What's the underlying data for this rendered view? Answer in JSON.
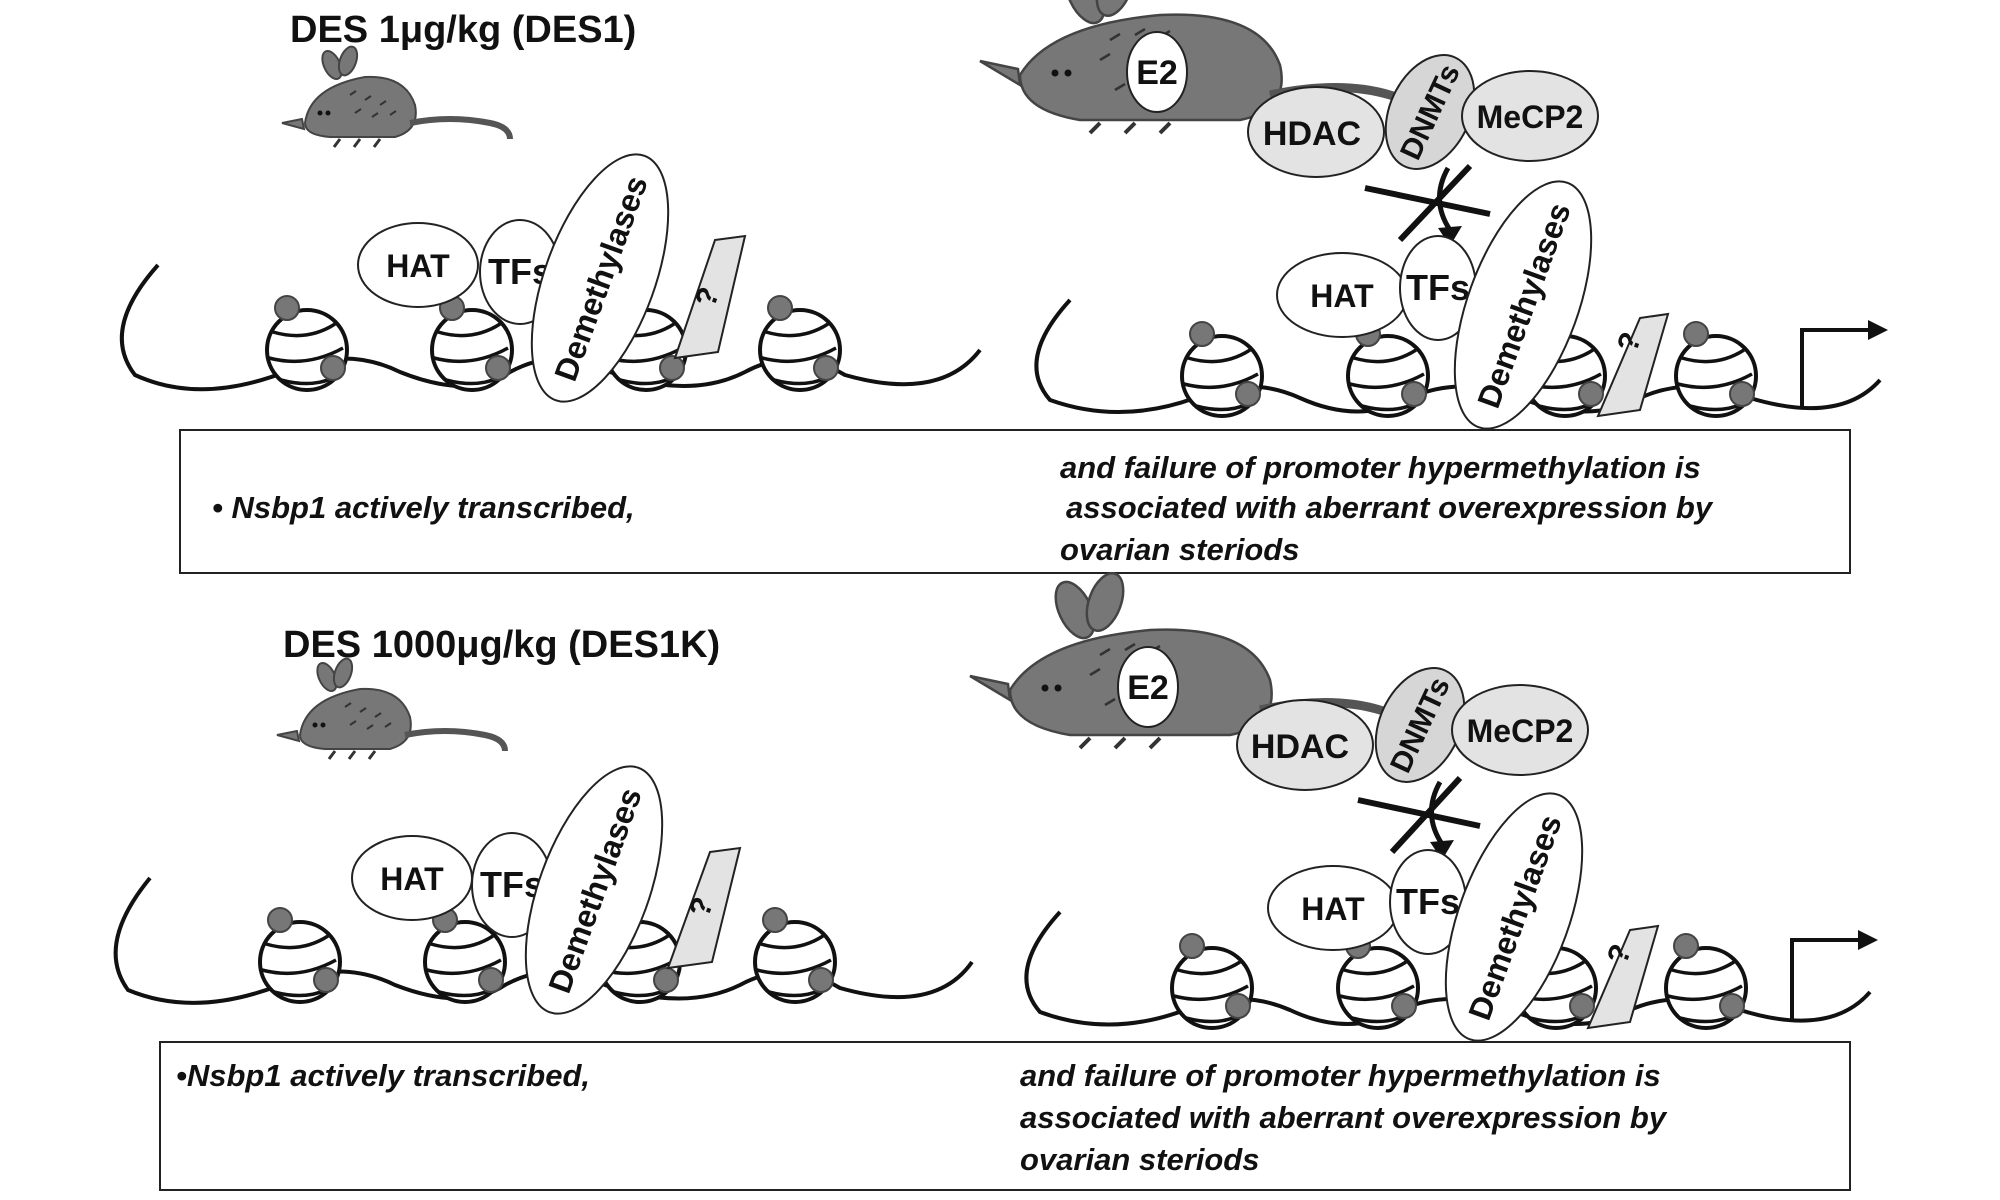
{
  "panels": [
    {
      "title": "DES 1μg/kg (DES1)",
      "left": {
        "hat": "HAT",
        "tfs": "TFs",
        "demethylases": "Demethylases",
        "unknown": "?"
      },
      "right": {
        "e2": "E2",
        "hdac": "HDAC",
        "dnmts": "DNMTs",
        "mecp2": "MeCP2",
        "hat": "HAT",
        "tfs": "TFs",
        "demethylases": "Demethylases",
        "unknown": "?"
      },
      "note_left": "• Nsbp1 actively transcribed,",
      "note_right": [
        "and failure of promoter hypermethylation is",
        "associated with aberrant overexpression by",
        "ovarian  steriods"
      ]
    },
    {
      "title": "DES 1000μg/kg (DES1K)",
      "left": {
        "hat": "HAT",
        "tfs": "TFs",
        "demethylases": "Demethylases",
        "unknown": "?"
      },
      "right": {
        "e2": "E2",
        "hdac": "HDAC",
        "dnmts": "DNMTs",
        "mecp2": "MeCP2",
        "hat": "HAT",
        "tfs": "TFs",
        "demethylases": "Demethylases",
        "unknown": "?"
      },
      "note_left": "•Nsbp1 actively transcribed,",
      "note_right": [
        "and failure of promoter hypermethylation is",
        "associated with aberrant overexpression by",
        "ovarian  steriods"
      ]
    }
  ]
}
